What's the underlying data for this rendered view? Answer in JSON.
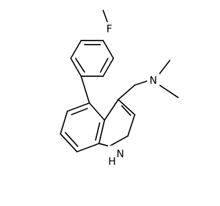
{
  "structure": {
    "atoms": [
      {
        "id": "F",
        "label": "F"
      },
      {
        "id": "N_amine",
        "label": "N"
      },
      {
        "id": "N_indole",
        "label": "N"
      },
      {
        "id": "H_indole",
        "label": "H"
      }
    ]
  },
  "colors": {
    "bond": "#000000",
    "label": "#000000",
    "background": "#ffffff"
  }
}
